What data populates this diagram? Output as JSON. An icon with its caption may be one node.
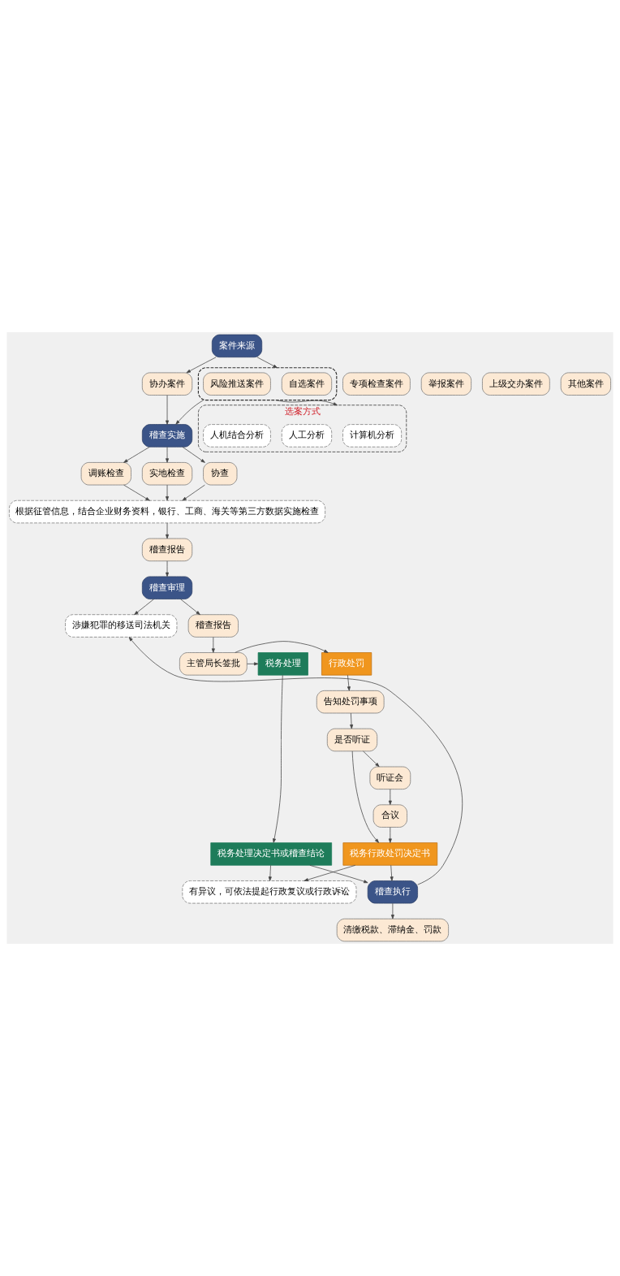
{
  "diagram": {
    "nodes": [
      {
        "text": [
          "案件来源"
        ]
      },
      {
        "text": [
          "协办案件"
        ]
      },
      {
        "text": [
          "专项检查案件"
        ]
      },
      {
        "text": [
          "举报案件"
        ]
      },
      {
        "text": [
          "上级交办案件"
        ]
      },
      {
        "text": [
          "其他案件"
        ]
      },
      {
        "text": [],
        "shape": "box"
      },
      {
        "text": [
          "自选案件"
        ],
        "in": 6
      },
      {
        "text": [
          "风险推送案件"
        ],
        "in": 6
      },
      {
        "text": [
          "选案方式"
        ]
      },
      {
        "text": [
          "计算机分析"
        ],
        "in": 9
      },
      {
        "text": [
          "人工分析"
        ],
        "in": 9
      },
      {
        "text": [
          "人机结合分析"
        ],
        "in": 9
      },
      {
        "text": [
          "稽查实施"
        ]
      },
      {
        "text": [
          "调账检查"
        ]
      },
      {
        "text": [
          "实地检查"
        ]
      },
      {
        "text": [
          "协查"
        ]
      },
      {
        "text": [
          "根据征管信息，结合企业财务资料，银行、工商、海关等第三方数据实施检查"
        ]
      },
      {
        "text": [
          "稽查报告"
        ]
      },
      {
        "text": [
          "稽查审理"
        ]
      },
      {
        "text": [
          "涉嫌犯罪的移送司法机关"
        ]
      },
      {
        "text": [
          "稽查报告"
        ]
      },
      {
        "text": [
          "主管局长签批"
        ]
      },
      {
        "text": [
          "税务处理"
        ]
      },
      {
        "text": [
          "行政处罚"
        ]
      },
      {
        "text": [
          "税务处理决定书或稽查结论"
        ]
      },
      {
        "text": [
          "告知处罚事项"
        ]
      },
      {
        "text": [
          "是否听证"
        ]
      },
      {
        "text": [
          "有异议，可依法提起行政复议或行政诉讼"
        ]
      },
      {
        "text": [
          "听证会"
        ]
      },
      {
        "text": [
          "合议"
        ]
      },
      {
        "text": [
          "税务行政处罚决定书"
        ]
      },
      {
        "text": [
          "稽查执行"
        ]
      },
      {
        "text": [
          "清缴税款、滞纳金、罚款"
        ]
      }
    ],
    "edges": [
      {
        "from": 0,
        "to": 1,
        "arrow": "to"
      },
      {
        "from": 0,
        "to": 6,
        "arrow": "to"
      },
      {
        "from": 1,
        "to": 13,
        "arrow": "to"
      },
      {
        "from": 6,
        "to": 13,
        "arrow": "to"
      },
      {
        "from": 6,
        "to": 9,
        "arrow": "to"
      },
      {
        "from": 13,
        "to": 14,
        "arrow": "to"
      },
      {
        "from": 13,
        "to": 15,
        "arrow": "to"
      },
      {
        "from": 13,
        "to": 16,
        "arrow": "to"
      },
      {
        "from": 14,
        "to": 17,
        "arrow": "to"
      },
      {
        "from": 15,
        "to": 17,
        "arrow": "to"
      },
      {
        "from": 16,
        "to": 17,
        "arrow": "to"
      },
      {
        "from": 17,
        "to": 18,
        "arrow": "to"
      },
      {
        "from": 18,
        "to": 19,
        "arrow": "to"
      },
      {
        "from": 19,
        "to": 20,
        "arrow": "to"
      },
      {
        "from": 19,
        "to": 21,
        "arrow": "to"
      },
      {
        "from": 21,
        "to": 22,
        "arrow": "to"
      },
      {
        "from": 22,
        "to": 23,
        "arrow": "to"
      },
      {
        "from": 22,
        "to": 24,
        "arrow": "to"
      },
      {
        "from": 23,
        "to": 25,
        "arrow": "to"
      },
      {
        "from": 24,
        "to": 26,
        "arrow": "to"
      },
      {
        "from": 26,
        "to": 27,
        "arrow": "to"
      },
      {
        "from": 25,
        "to": 28,
        "arrow": "to"
      },
      {
        "from": 27,
        "to": 31,
        "arrow": "to"
      },
      {
        "from": 27,
        "to": 29,
        "arrow": "to"
      },
      {
        "from": 29,
        "to": 30,
        "arrow": "to"
      },
      {
        "from": 30,
        "to": 31,
        "arrow": "to"
      },
      {
        "from": 31,
        "to": 28,
        "arrow": "to"
      },
      {
        "from": 25,
        "to": 32,
        "arrow": "to"
      },
      {
        "from": 31,
        "to": 32,
        "arrow": "to"
      },
      {
        "from": 32,
        "to": 20,
        "arrow": "to"
      },
      {
        "from": 32,
        "to": 33,
        "arrow": "to"
      }
    ]
  }
}
